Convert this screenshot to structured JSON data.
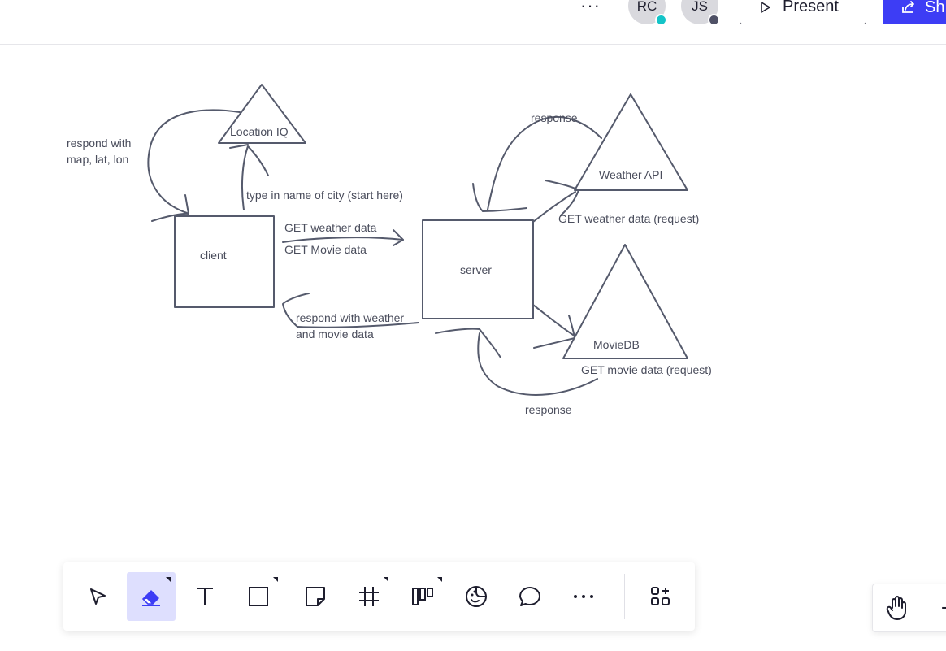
{
  "topbar": {
    "more_label": "···",
    "avatars": [
      {
        "initials": "RC",
        "status_color": "#14c4c8"
      },
      {
        "initials": "JS",
        "status_color": "#4f5166"
      }
    ],
    "present_label": "Present",
    "share_label": "Sh"
  },
  "diagram": {
    "nodes": {
      "client": "client",
      "server": "server",
      "location_iq": "Location IQ",
      "weather_api": "Weather API",
      "moviedb": "MovieDB"
    },
    "labels": {
      "respond_with_map": "respond with map, lat, lon",
      "type_in_city": "type in name of city (start here)",
      "get_weather": "GET weather data",
      "get_movie": "GET Movie data",
      "respond_weather_movie": "respond with weather and movie data",
      "response_top": "response",
      "get_weather_request": "GET weather data (request)",
      "get_movie_request": "GET movie data (request)",
      "response_bottom": "response"
    },
    "stroke_color": "#555a6c"
  },
  "toolbar": {
    "tools": [
      "select",
      "eraser",
      "text",
      "shape",
      "sticky-note",
      "frame",
      "kanban",
      "sticker",
      "comment",
      "more",
      "apps"
    ],
    "active_tool": "eraser",
    "accent": "#3d3df5"
  },
  "bottom_right": {
    "minus_label": "-"
  }
}
